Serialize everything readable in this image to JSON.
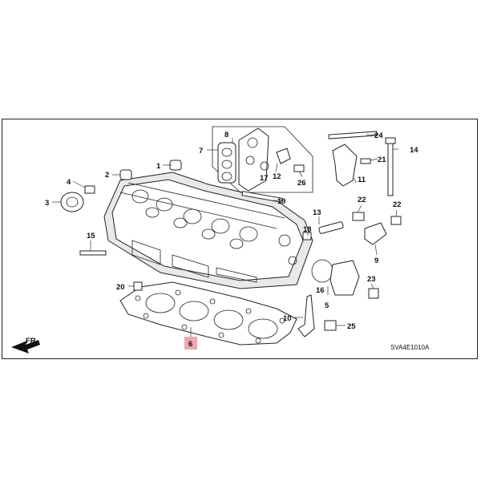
{
  "diagram": {
    "code": "SVA4E1010A",
    "front_label": "FR.",
    "highlight_color": "#f0a6b1",
    "callouts": [
      "1",
      "2",
      "3",
      "4",
      "5",
      "6",
      "7",
      "8",
      "9",
      "10",
      "11",
      "12",
      "13",
      "14",
      "15",
      "16",
      "17",
      "18",
      "19",
      "20",
      "21",
      "22",
      "22",
      "23",
      "24",
      "25",
      "26"
    ]
  }
}
